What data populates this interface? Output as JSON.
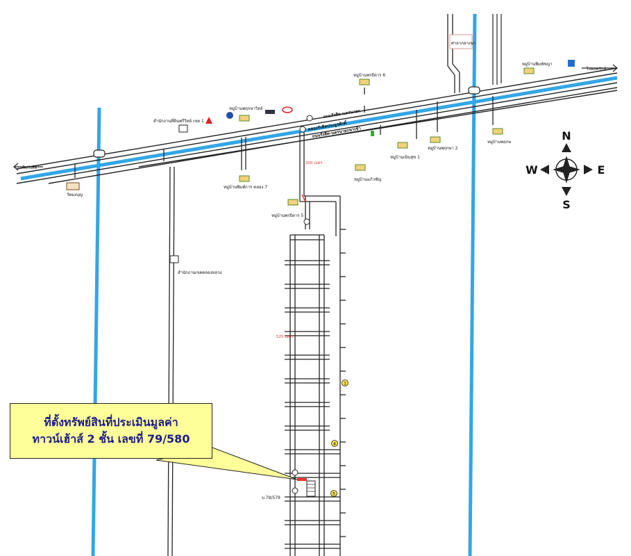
{
  "callout": {
    "line1": "ที่ตั้งทรัพย์สินที่ประเมินมูลค่า",
    "line2": "ทาวน์เฮ้าส์ 2 ชั้น เลขที่ 79/580"
  },
  "compass": {
    "north": "N",
    "south": "S",
    "east": "E",
    "west": "W"
  },
  "arrows": {
    "left": "ไปรังสิต",
    "right": "ไปองครักษ์"
  },
  "roads": {
    "main_road": "ถนนรังสิต-นครนายก",
    "canal_line1": "คลองรังสิตประยูรศักดิ์",
    "canal_line2": "ถนนรังสิต-นครนายกขาเข้า"
  },
  "places": {
    "gas_station": "สำนักงานที่ดินพรีวิทย์ เขต 1",
    "village_a": "หมู่บ้านพฤกษาวิลล์",
    "temple": "วัดมงบุญ",
    "district_office": "สำนักงานเขตคลองหลวง",
    "village_khlong7": "หมู่บ้านพิมพ์การ คลอง 7",
    "village_5": "หมู่บ้านพรธิดาร 5",
    "village_6": "หมู่บ้านพรธิดาร 6",
    "village_pruksa1": "หมู่บ้านเนินสุข 1",
    "village_pruksa2": "หมู่บ้านพฤกษา 2",
    "village_rachaya": "หมู่บ้านแก้วชัญ",
    "village_pruksa": "หมู่บ้านพฤกษ",
    "village_ne": "หมู่บ้านพิมพ์ชญา",
    "city_hall": "ศาลากลางนา",
    "plot_label": "บ.79/579"
  },
  "distances": {
    "d1": "300 เมตร",
    "d2": "525 เมตร"
  },
  "markers": {
    "m1": "1",
    "m4": "4",
    "m5": "5"
  },
  "colors": {
    "canal": "#33a6e6",
    "road": "#222222",
    "callout_bg": "#ffff99",
    "callout_text": "#1c1c8a",
    "dist": "#dd3333"
  }
}
